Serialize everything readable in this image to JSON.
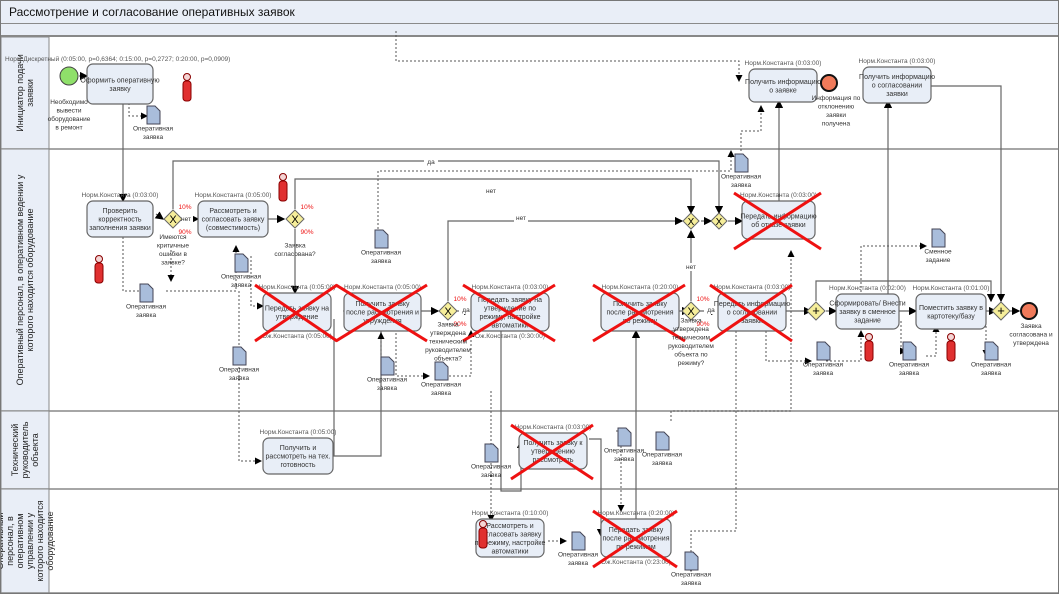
{
  "diagram": {
    "title": "Рассмотрение и согласование оперативных заявок",
    "lanes": [
      {
        "label": "Инициатор подачи заявки"
      },
      {
        "label": "Оперативный персонал, в оперативном ведении у которого находится оборудование"
      },
      {
        "label": "Технический руководитель объекта"
      },
      {
        "label": "Оперативный персонал, в оперативном управлении у которого находится оборудование"
      }
    ],
    "start_event": {
      "label": "Необходимо вывести оборудование в ремонт",
      "distribution": "Норм.Дискретный (0:05:00, p=0,6364; 0:15:00, p=0,2727; 0:20:00, p=0,0909)"
    },
    "tasks": [
      {
        "id": "t1",
        "label": "Оформить оперативную заявку",
        "timing": "",
        "crossed": false
      },
      {
        "id": "t2",
        "label": "Проверить корректность заполнения заявки",
        "timing": "Норм.Константа (0:03:00)",
        "crossed": false
      },
      {
        "id": "t3",
        "label": "Рассмотреть и согласовать заявку (совместимость)",
        "timing": "Норм.Константа (0:05:00)",
        "crossed": false
      },
      {
        "id": "t4",
        "label": "Передать заявку на утверждение",
        "timing": "Норм.Константа (0:05:00)",
        "timing2": "Ож.Константа (0:05:00)",
        "crossed": true
      },
      {
        "id": "t5",
        "label": "Получить заявку после рассмотрения и утруждения",
        "timing": "Норм.Константа (0:05:00)",
        "crossed": true
      },
      {
        "id": "t6",
        "label": "Передать заявку на утверждение по режиму, настройке автоматики",
        "timing": "Норм.Константа (0:03:00)",
        "timing2": "Ож.Константа (0:30:00)",
        "crossed": true
      },
      {
        "id": "t7",
        "label": "Получить заявку после рассмотрения по режиму",
        "timing": "Норм.Константа (0:20:00)",
        "crossed": true
      },
      {
        "id": "t8",
        "label": "Передать информацию о согласовании заявки",
        "timing": "Норм.Константа (0:03:00)",
        "crossed": true
      },
      {
        "id": "t9",
        "label": "Передать информацию об отказе заявки",
        "timing": "Норм.Константа (0:03:00)",
        "crossed": true
      },
      {
        "id": "t10",
        "label": "Получить информацию о заявке",
        "timing": "Норм.Константа (0:03:00)",
        "crossed": false
      },
      {
        "id": "t11",
        "label": "Получить информацию о согласовании заявки",
        "timing": "Норм.Константа (0:03:00)",
        "crossed": false
      },
      {
        "id": "t12",
        "label": "Сформировать/ Внести заявку в сменное задание",
        "timing": "Норм.Константа (0:02:00)",
        "crossed": false
      },
      {
        "id": "t13",
        "label": "Поместить заявку в картотеку/базу",
        "timing": "Норм.Константа (0:01:00)",
        "crossed": false
      },
      {
        "id": "t14",
        "label": "Получить и рассмотреть на тех. готовность",
        "timing": "Норм.Константа (0:05:00)",
        "crossed": false
      },
      {
        "id": "t15",
        "label": "Получить заявку к утверждению рассмотреть",
        "timing": "Норм.Константа (0:03:00)",
        "crossed": true
      },
      {
        "id": "t16",
        "label": "Рассмотреть и согласовать заявку по режиму, настройке автоматики",
        "timing": "Норм.Константа (0:10:00)",
        "crossed": false
      },
      {
        "id": "t17",
        "label": "Передать заявку после рассмотрения по режимам",
        "timing": "Норм.Константа (0:20:00)",
        "timing2": "Ож.Константа (0:23:00)",
        "crossed": true
      }
    ],
    "gateways": [
      {
        "id": "g1",
        "label": "Имеются критичные ошибки в заявке?",
        "p_top": "10%",
        "p_bottom": "90%",
        "out_label": "нет"
      },
      {
        "id": "g2",
        "label": "Заявка согласована?",
        "p_top": "10%",
        "p_bottom": "90%"
      },
      {
        "id": "g3",
        "label": "Заявка утверждена техническим руководителем объекта?",
        "p_top": "10%",
        "p_bottom": "90%",
        "out_label": "да"
      },
      {
        "id": "g4",
        "label": "Заявка утверждена техническим руководителем объекта по режиму?",
        "p_top": "10%",
        "p_bottom": "90%",
        "out_label": "да"
      }
    ],
    "end_events": [
      {
        "label": "Информация по отклонению заявки получена"
      },
      {
        "label": "Заявка согласована и утверждена"
      }
    ],
    "document_label": "Оперативная заявка",
    "shift_doc_label": "Сменное задание",
    "flow_labels": {
      "yes": "да",
      "no": "нет"
    },
    "colors": {
      "task_fill": "#e8eef7",
      "gateway_fill": "#f6ee9a",
      "start_fill": "#8fe06a",
      "end_fill": "#f07a5a",
      "cross": "#ee1111",
      "prob": "#ee1111",
      "doc_fill": "#a9bddb"
    }
  }
}
